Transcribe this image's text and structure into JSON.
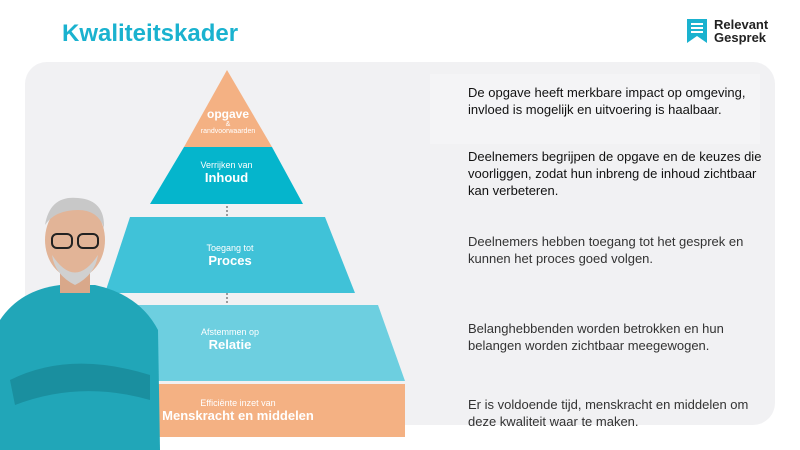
{
  "header": {
    "title": "Kwaliteitskader",
    "logo_line1": "Relevant",
    "logo_line2": "Gesprek"
  },
  "colors": {
    "accent": "#1ab2cf",
    "orange": "#f4b183",
    "teal_dark": "#05b5cc",
    "teal_mid": "#40c2d8",
    "teal_light": "#6dcfe0"
  },
  "pyramid": [
    {
      "top": "opgave",
      "mid": "&",
      "sub": "randvoorwaarden"
    },
    {
      "sub": "Verrijken van",
      "main": "Inhoud"
    },
    {
      "sub": "Toegang tot",
      "main": "Proces"
    },
    {
      "sub": "Afstemmen op",
      "main": "Relatie"
    },
    {
      "sub": "Efficiënte inzet van",
      "main": "Menskracht en middelen"
    }
  ],
  "descriptions": [
    "De opgave heeft merkbare impact op omgeving, invloed is mogelijk en uitvoering is haalbaar.",
    "Deelnemers begrijpen de opgave en de keuzes die voorliggen, zodat hun inbreng de inhoud zichtbaar kan verbeteren.",
    "Deelnemers hebben toegang tot het gesprek en kunnen het proces goed volgen.",
    "Belanghebbenden worden betrokken en hun belangen worden zichtbaar meegewogen.",
    "Er is voldoende tijd, menskracht en middelen om deze kwaliteit waar te maken."
  ]
}
